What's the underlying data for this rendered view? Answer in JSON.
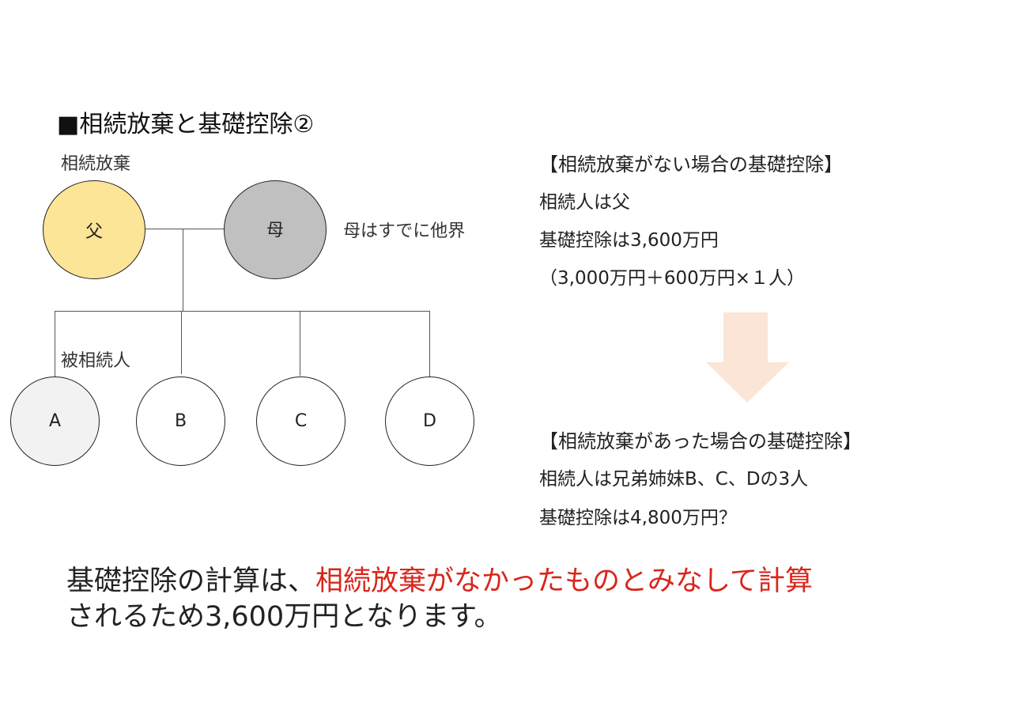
{
  "title": "■相続放棄と基礎控除②",
  "diagram": {
    "renounce_label": "相続放棄",
    "father": "父",
    "mother": "母",
    "mother_note": "母はすでに他界",
    "decedent_label": "被相続人",
    "children": [
      "A",
      "B",
      "C",
      "D"
    ]
  },
  "colors": {
    "father_fill": "#fde598",
    "mother_fill": "#c0c0c0",
    "decedent_fill": "#f2f2f2",
    "arrow": "#fbe5d6",
    "emphasis": "#d9261c"
  },
  "no_renounce": {
    "heading": "【相続放棄がない場合の基礎控除】",
    "heirs": "相続人は父",
    "deduction": "基礎控除は3,600万円",
    "formula": "（3,000万円＋600万円×１人）"
  },
  "with_renounce": {
    "heading": "【相続放棄があった場合の基礎控除】",
    "heirs": "相続人は兄弟姉妹B、C、Dの3人",
    "deduction": "基礎控除は4,800万円？"
  },
  "conclusion": {
    "line1_prefix": "基礎控除の計算は、",
    "line1_emphasis": "相続放棄がなかったものとみなして計算",
    "line2": "されるため3,600万円となります。"
  }
}
